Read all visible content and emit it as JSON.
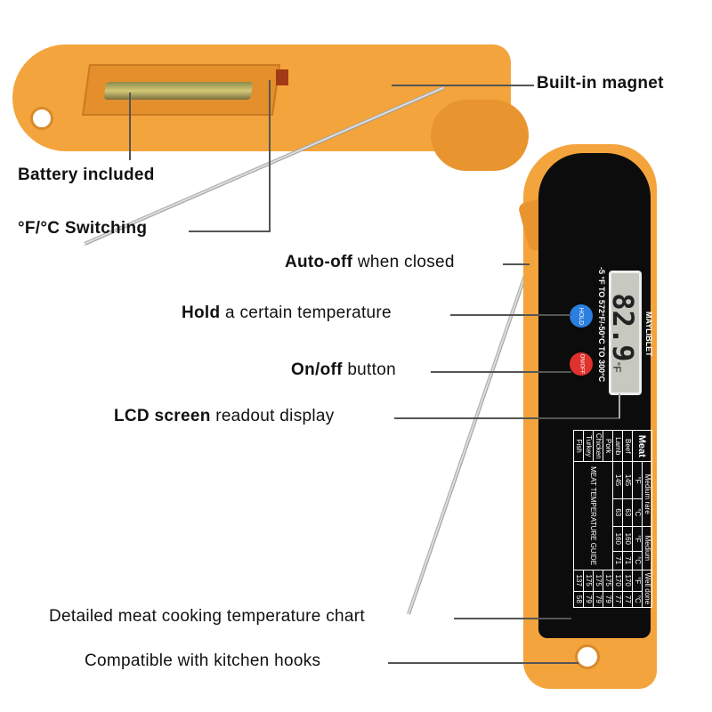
{
  "labels": {
    "magnet": "Built-in magnet",
    "battery": "Battery included",
    "switching": "°F/°C Switching",
    "auto_off_bold": "Auto-off",
    "auto_off_rest": " when closed",
    "hold_bold": "Hold",
    "hold_rest": " a certain temperature",
    "onoff_bold": "On/off",
    "onoff_rest": " button",
    "lcd_bold": "LCD screen",
    "lcd_rest": " readout display",
    "chart": "Detailed meat cooking temperature chart",
    "hooks": "Compatible with kitchen hooks"
  },
  "device": {
    "brand": "MAYLIBLET",
    "range": "-5 °F TO 572°F/-50°C TO 300°C",
    "reading": "82.9",
    "unit": "°F",
    "hold_button": "HOLD",
    "onoff_button": "ON/OFF",
    "guide": {
      "title": "Meat",
      "headers": [
        "Medium rare",
        "Medium",
        "Well done"
      ],
      "units": [
        "°F",
        "°C",
        "°F",
        "°C",
        "°F",
        "°C"
      ],
      "rows": [
        {
          "meat": "Beef",
          "values": [
            "145",
            "63",
            "160",
            "71",
            "170",
            "77"
          ]
        },
        {
          "meat": "Lamb",
          "values": [
            "145",
            "63",
            "160",
            "71",
            "170",
            "77"
          ]
        },
        {
          "meat": "Pork",
          "values": [
            "",
            "",
            "",
            "",
            "175",
            "79"
          ]
        },
        {
          "meat": "Chicken",
          "values": [
            "",
            "",
            "",
            "",
            "175",
            "79"
          ]
        },
        {
          "meat": "Turkey",
          "values": [
            "",
            "",
            "",
            "",
            "175",
            "79"
          ]
        },
        {
          "meat": "Fish",
          "values": [
            "",
            "",
            "",
            "",
            "137",
            "58"
          ]
        }
      ],
      "caption": "MEAT TEMPERATURE GUIDE"
    }
  },
  "colors": {
    "body": "#f4a43c",
    "face": "#0c0c0c",
    "hold": "#2a7fe0",
    "onoff": "#e0322c",
    "lcd": "#c7c9c0"
  }
}
